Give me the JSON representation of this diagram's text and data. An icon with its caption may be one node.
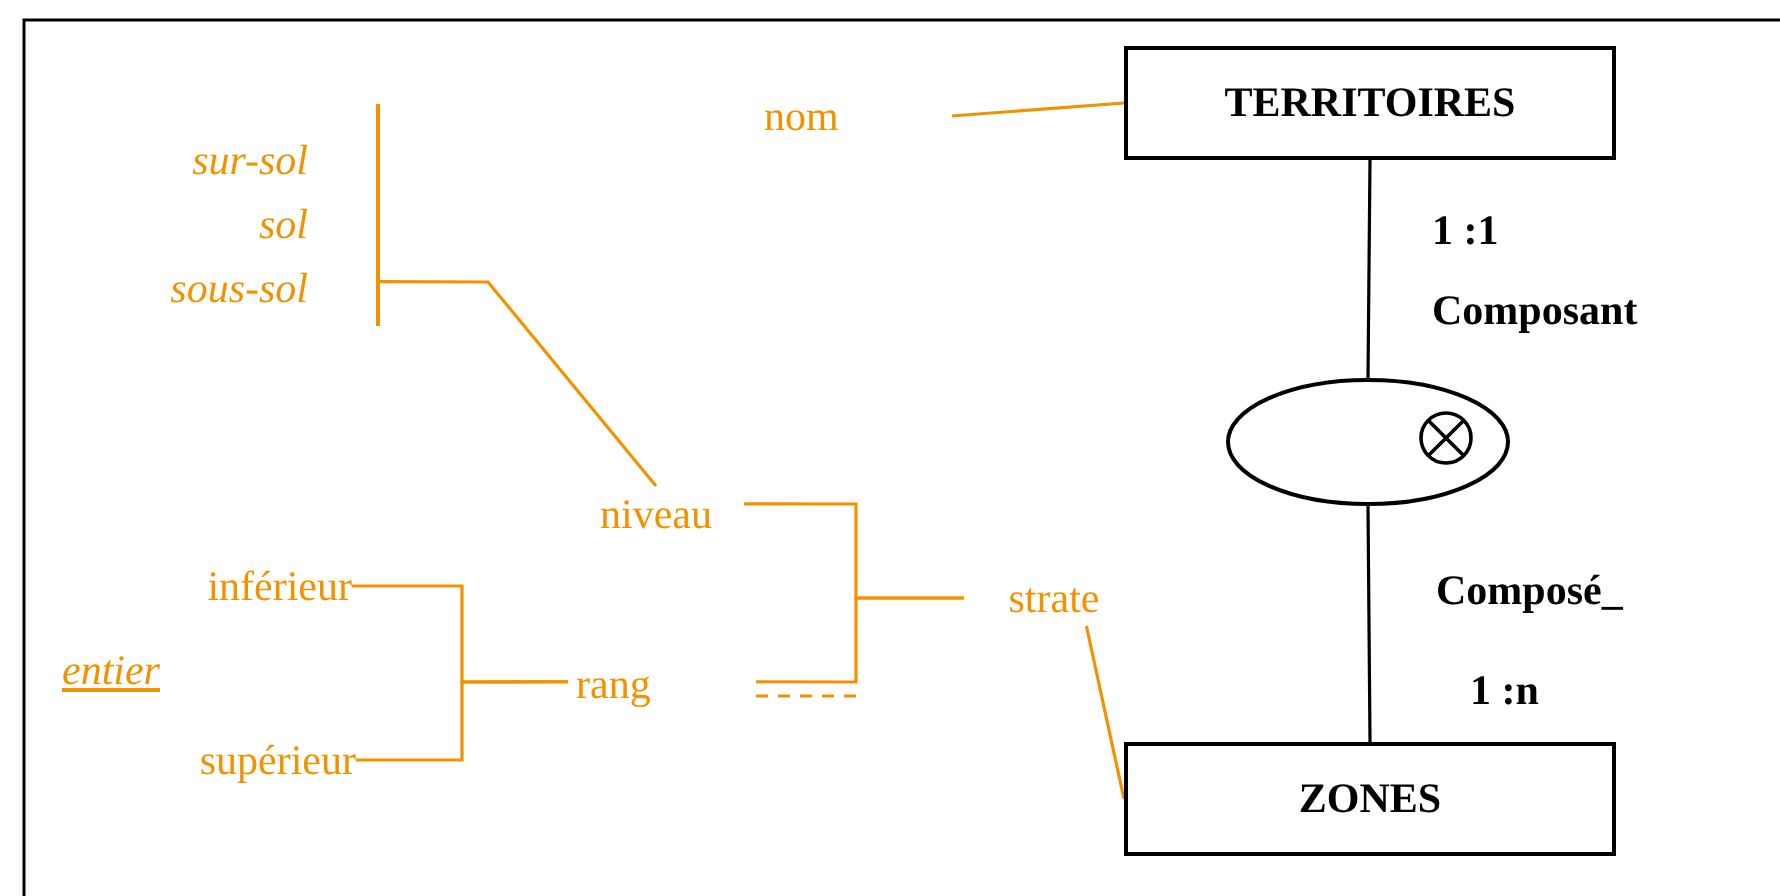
{
  "diagram": {
    "nodes": [
      {
        "text": [
          "TERRITOIRES"
        ]
      },
      {
        "text": [],
        "shape": "ellipse"
      },
      {
        "text": [
          "ZONES"
        ]
      },
      {
        "text": [
          "nom"
        ]
      },
      {
        "text": [
          "strate"
        ]
      },
      {
        "text": [
          "niveau"
        ]
      },
      {
        "text": [
          "rang"
        ]
      },
      {
        "text": [
          "sur-sol",
          "sol",
          "sous-sol"
        ]
      },
      {
        "text": [
          "inférieur"
        ]
      },
      {
        "text": [
          "supérieur"
        ]
      }
    ],
    "edges": [
      {
        "from": 0,
        "to": 1,
        "arrow": "none",
        "color": "#000000"
      },
      {
        "from": 1,
        "to": 2,
        "arrow": "none",
        "color": "#000000"
      },
      {
        "from": 3,
        "to": 0,
        "arrow": "none"
      },
      {
        "from": 4,
        "to": 2,
        "arrow": "none"
      },
      {
        "from": 5,
        "to": 4,
        "arrow": "none"
      },
      {
        "from": 6,
        "to": 4,
        "arrow": "none"
      },
      {
        "from": 7,
        "to": 5,
        "arrow": "none"
      },
      {
        "from": 8,
        "to": 6,
        "arrow": "none"
      },
      {
        "from": 9,
        "to": 6,
        "arrow": "none"
      }
    ],
    "labels": [
      "1 :1",
      "Composant",
      "Composé_",
      "1 :n",
      "entier"
    ]
  }
}
